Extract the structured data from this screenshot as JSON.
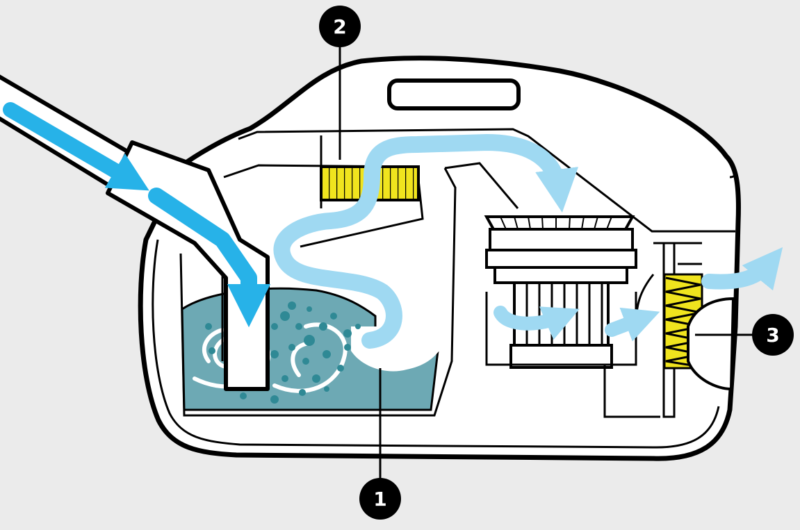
{
  "colors": {
    "background": "#ebebeb",
    "outline": "#000000",
    "body_fill": "#ffffff",
    "water_fill": "#6da9b4",
    "bubble_fill": "#2f8995",
    "airflow_incoming": "#27b2e8",
    "airflow_internal": "#9fd9f2",
    "filter_yellow": "#f0e41e",
    "callout_text": "#ffffff"
  },
  "icons": {
    "hose": "suction-hose-icon",
    "water_tank": "water-filter-tank-icon",
    "filter_1": "intermediate-filter-icon",
    "motor": "motor-fan-icon",
    "filter_2": "exhaust-filter-icon",
    "arrow": "airflow-arrow-icon"
  },
  "callouts": [
    {
      "number": "1"
    },
    {
      "number": "2"
    },
    {
      "number": "3"
    }
  ]
}
